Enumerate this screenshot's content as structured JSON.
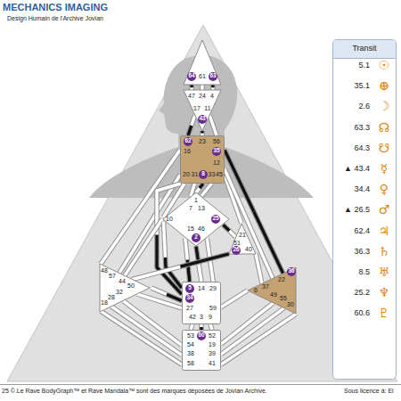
{
  "diagram": {
    "title": "MECHANICS IMAGING",
    "caption": "25 ©.Le Rave BodyGraph™ et Rave Mandala™ sont des marques déposées de Jovian Archive.",
    "nodes": [
      {
        "text": [
          "64",
          "61",
          "63"
        ]
      },
      {
        "text": [
          "47",
          "24",
          "4",
          "17",
          "11",
          "43"
        ]
      },
      {
        "text": [
          "62",
          "23",
          "56",
          "16",
          "35",
          "12",
          "20",
          "31",
          "8",
          "33",
          "45"
        ]
      },
      {
        "text": [
          "1",
          "7",
          "13",
          "10",
          "25",
          "15",
          "46",
          "2"
        ]
      },
      {
        "text": [
          "21",
          "51",
          "26",
          "40"
        ]
      },
      {
        "text": [
          "48",
          "57",
          "44",
          "50",
          "32",
          "28",
          "18"
        ]
      },
      {
        "text": [
          "36",
          "22",
          "37",
          "6",
          "49",
          "55",
          "30"
        ]
      },
      {
        "text": [
          "5",
          "14",
          "29",
          "34",
          "27",
          "59",
          "42",
          "3",
          "9"
        ]
      },
      {
        "text": [
          "53",
          "60",
          "52",
          "54",
          "19",
          "38",
          "39",
          "58",
          "41"
        ]
      },
      {
        "text": [
          "Transit",
          "5.1",
          "☉",
          "35.1",
          "⊕",
          "2.6",
          "☽",
          "63.3",
          "☊",
          "64.3",
          "☋",
          "▲ 43.4",
          "☿",
          "34.4",
          "♀",
          "▲ 26.5",
          "♂",
          "62.4",
          "♃",
          "36.3",
          "♄",
          "8.5",
          "♅",
          "25.2",
          "♆",
          "60.6",
          "♇"
        ]
      }
    ],
    "edges": [
      {
        "from": 0,
        "to": 1,
        "arrow": "none"
      },
      {
        "from": 0,
        "to": 1,
        "arrow": "none"
      },
      {
        "from": 0,
        "to": 1,
        "arrow": "none"
      },
      {
        "from": 1,
        "to": 2,
        "arrow": "none"
      },
      {
        "from": 1,
        "to": 2,
        "arrow": "none"
      },
      {
        "from": 1,
        "to": 2,
        "arrow": "none"
      },
      {
        "from": 2,
        "to": 3,
        "arrow": "none"
      },
      {
        "from": 2,
        "to": 3,
        "arrow": "none"
      },
      {
        "from": 2,
        "to": 3,
        "arrow": "none"
      },
      {
        "from": 2,
        "to": 5,
        "arrow": "none"
      },
      {
        "from": 2,
        "to": 5,
        "arrow": "none"
      },
      {
        "from": 2,
        "to": 7,
        "arrow": "none"
      },
      {
        "from": 2,
        "to": 4,
        "arrow": "none"
      },
      {
        "from": 2,
        "to": 6,
        "arrow": "none"
      },
      {
        "from": 2,
        "to": 6,
        "arrow": "none"
      },
      {
        "from": 3,
        "to": 7,
        "arrow": "none"
      },
      {
        "from": 3,
        "to": 7,
        "arrow": "none"
      },
      {
        "from": 3,
        "to": 7,
        "arrow": "none"
      },
      {
        "from": 3,
        "to": 4,
        "arrow": "none"
      },
      {
        "from": 3,
        "to": 5,
        "arrow": "none"
      },
      {
        "from": 3,
        "to": 2,
        "arrow": "none"
      },
      {
        "from": 3,
        "to": 7,
        "arrow": "none"
      },
      {
        "from": 4,
        "to": 5,
        "arrow": "none"
      },
      {
        "from": 4,
        "to": 6,
        "arrow": "none"
      },
      {
        "from": 7,
        "to": 5,
        "arrow": "none"
      },
      {
        "from": 7,
        "to": 5,
        "arrow": "none"
      },
      {
        "from": 7,
        "to": 8,
        "arrow": "none"
      },
      {
        "from": 7,
        "to": 8,
        "arrow": "none"
      },
      {
        "from": 7,
        "to": 8,
        "arrow": "none"
      },
      {
        "from": 7,
        "to": 6,
        "arrow": "none"
      },
      {
        "from": 5,
        "to": 8,
        "arrow": "none"
      },
      {
        "from": 5,
        "to": 8,
        "arrow": "none"
      },
      {
        "from": 5,
        "to": 8,
        "arrow": "none"
      },
      {
        "from": 6,
        "to": 8,
        "arrow": "none"
      },
      {
        "from": 6,
        "to": 8,
        "arrow": "none"
      },
      {
        "from": 6,
        "to": 8,
        "arrow": "none"
      }
    ],
    "labels": [
      "Design Humain de l'Archive Jovian",
      "Sous licence à: El"
    ]
  }
}
